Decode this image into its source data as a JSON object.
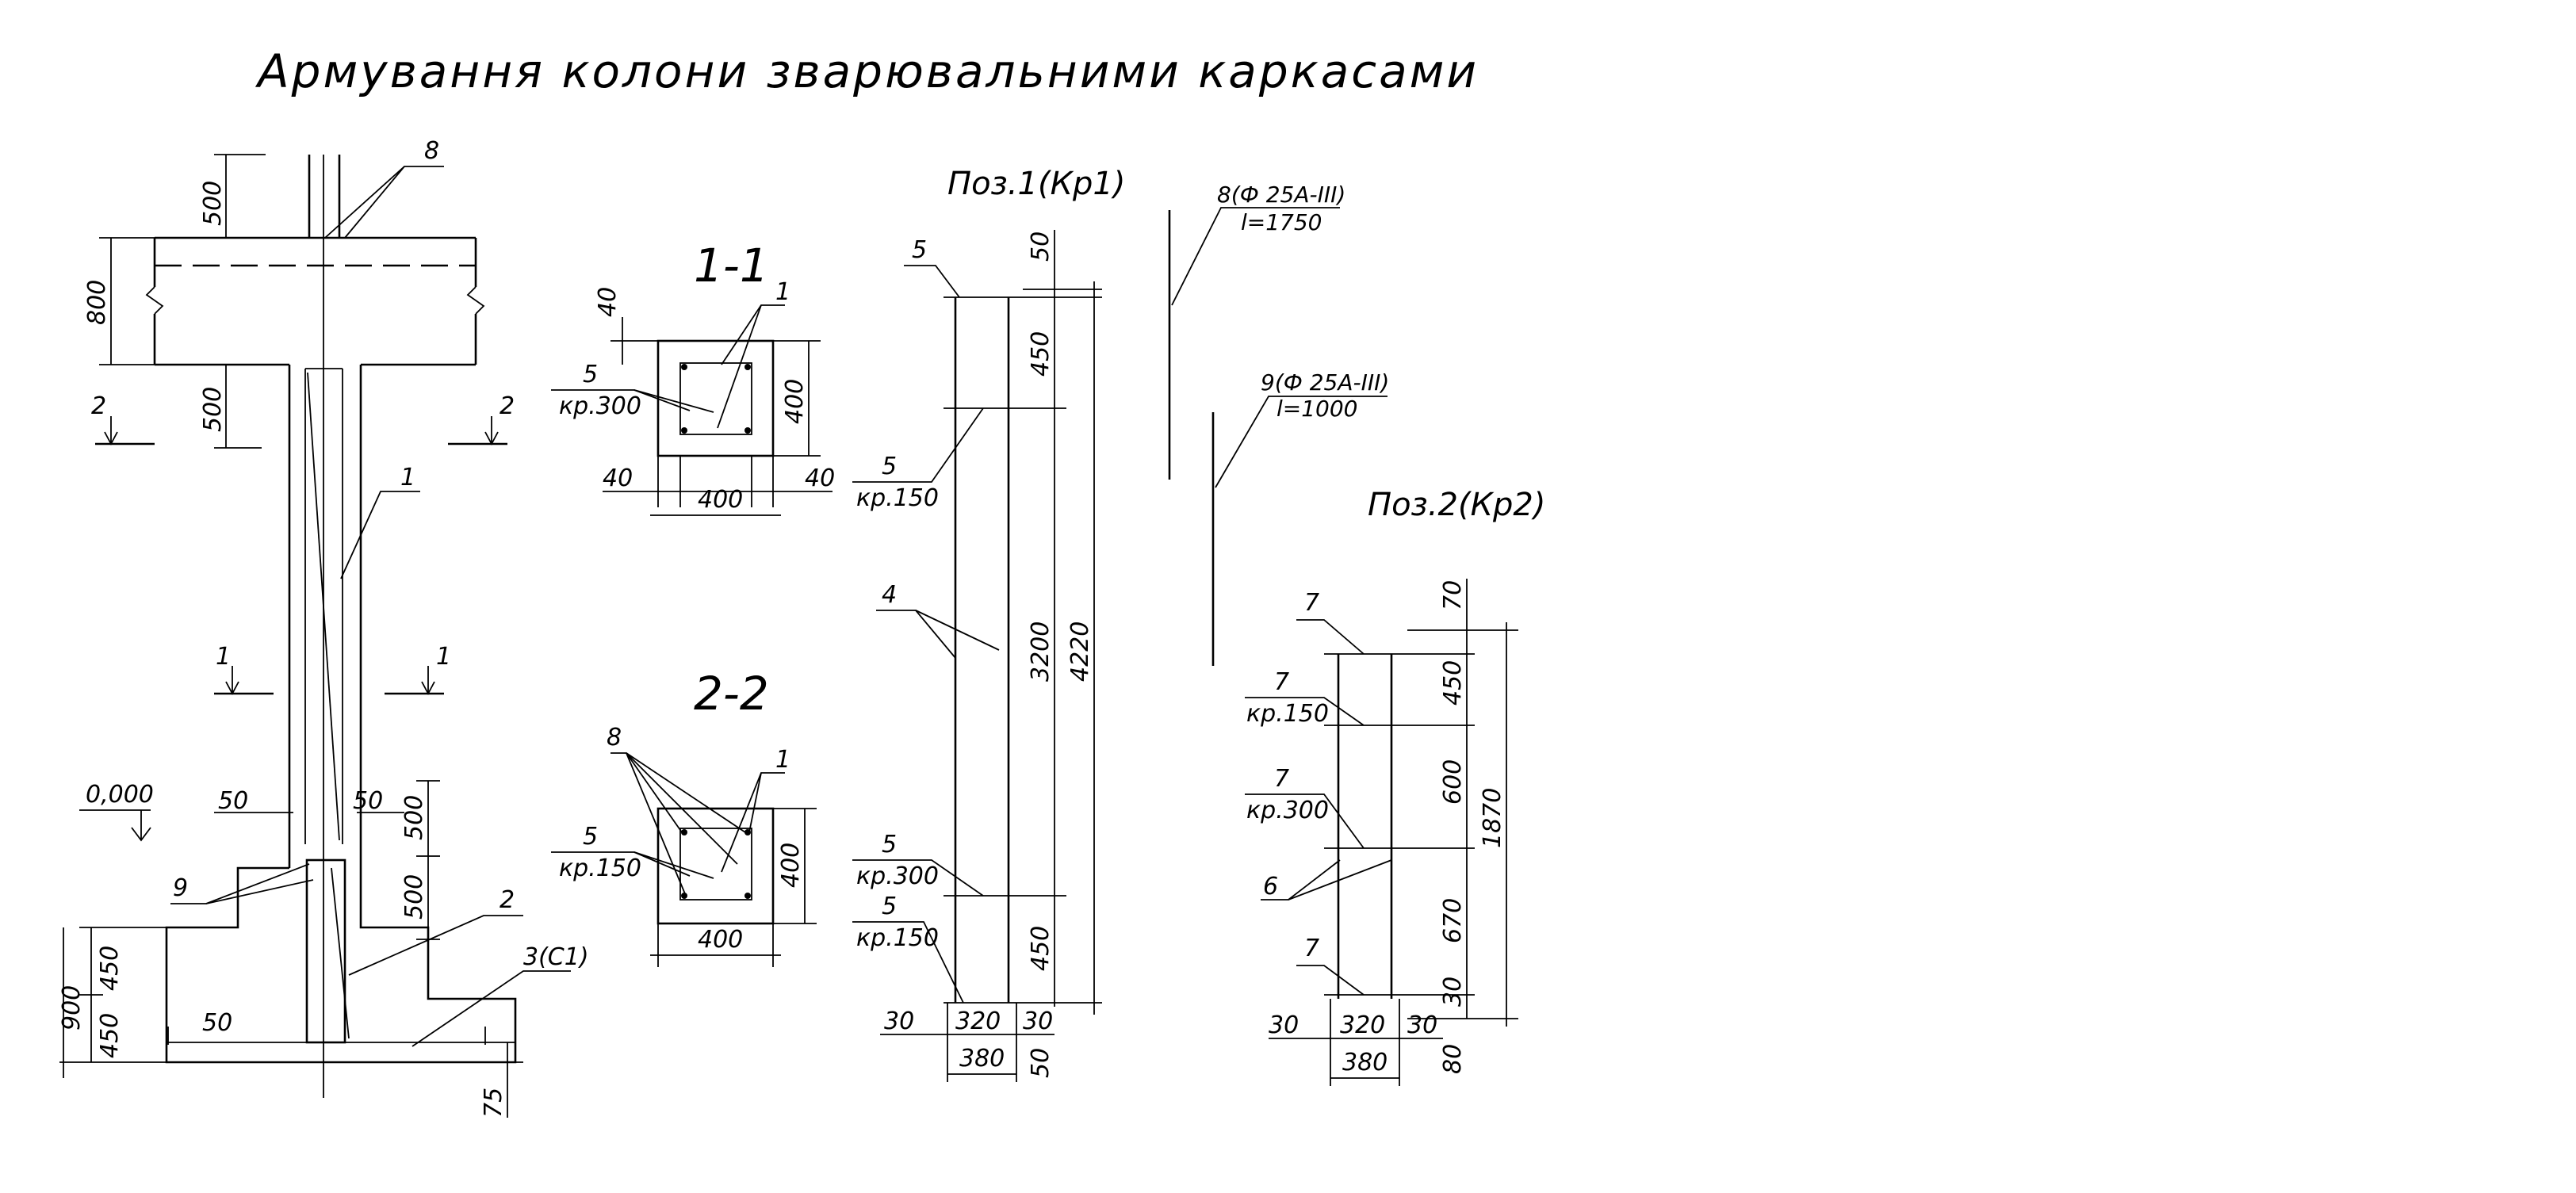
{
  "title": "Армування колони зварювальними каркасами",
  "sections": {
    "s11": "1-1",
    "s22": "2-2"
  },
  "pos1": {
    "title": "Поз.1(Кр1)",
    "dims": {
      "d50t": "50",
      "d450t": "450",
      "d3200": "3200",
      "d4220": "4220",
      "d450b": "450",
      "d30l": "30",
      "d320": "320",
      "d30r": "30",
      "d380": "380",
      "d50b": "50"
    },
    "labels": {
      "l5a": "5",
      "l5b": "5",
      "l5b_sub": "кр.150",
      "l4": "4",
      "l5c": "5",
      "l5c_sub": "кр.300",
      "l5d": "5",
      "l5d_sub": "кр.150"
    }
  },
  "pos2": {
    "title": "Поз.2(Кр2)",
    "dims": {
      "d70": "70",
      "d450": "450",
      "d600": "600",
      "d670": "670",
      "d30b": "30",
      "d1870": "1870",
      "d30l": "30",
      "d320": "320",
      "d30r": "30",
      "d380": "380",
      "d80": "80"
    },
    "labels": {
      "l7a": "7",
      "l7b": "7",
      "l7b_sub": "кр.150",
      "l7c": "7",
      "l7c_sub": "кр.300",
      "l6": "6",
      "l7d": "7"
    }
  },
  "bar8": {
    "line1": "8(Ф 25А-III)",
    "line2": "l=1750"
  },
  "bar9": {
    "line1": "9(Ф 25А-III)",
    "line2": "l=1000"
  },
  "column": {
    "dims": {
      "d500top": "500",
      "d800": "800",
      "d500mid": "500",
      "d50l": "50",
      "d50r": "50",
      "d500a": "500",
      "d500b": "500",
      "d450": "450",
      "d450b": "450",
      "d900": "900",
      "d50f": "50",
      "d75": "75"
    },
    "labels": {
      "l8": "8",
      "l1": "1",
      "l9": "9",
      "l2": "2",
      "l3": "3(С1)",
      "level": "0,000",
      "cut2l": "2",
      "cut2r": "2",
      "cut1l": "1",
      "cut1r": "1"
    }
  },
  "sec11": {
    "dims": {
      "d40top": "40",
      "d400v": "400",
      "d40l": "40",
      "d400h": "400",
      "d40r": "40"
    },
    "labels": {
      "l1": "1",
      "l5": "5",
      "l5_sub": "кр.300"
    }
  },
  "sec22": {
    "dims": {
      "d400v": "400",
      "d400h": "400"
    },
    "labels": {
      "l8": "8",
      "l1": "1",
      "l5": "5",
      "l5_sub": "кр.150"
    }
  }
}
